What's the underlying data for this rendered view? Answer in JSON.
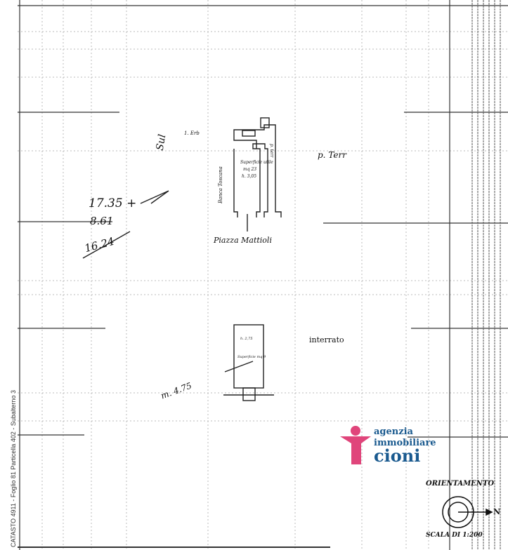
{
  "labels": {
    "street": "p. Terr",
    "square": "Piazza Mattioli",
    "neighbor": "Banca Toscana",
    "ground_area_label": "Superficie utile",
    "ground_area_value": "mq 23",
    "ground_height": "h. 3,05",
    "basement": "interrato",
    "basement_height": "h. 2,75",
    "basement_area": "Superficie mq 9",
    "side_label": "p. terr",
    "top_note": "1. Erb"
  },
  "handwritten": {
    "sum_line1": "17.35 +",
    "sum_line2": "8.61",
    "sum_line3": "16.24",
    "sum_top": "Sul",
    "basement_note": "m. 4.75"
  },
  "legend": {
    "orientation": "ORIENTAMENTO",
    "north": "N",
    "scale": "SCALA DI 1:200"
  },
  "margin_text": "CATASTO 4911 - Foglio 81 Particella 402 - Subalterno 3",
  "logo": {
    "line1": "agenzia",
    "line2": "immobiliare",
    "line3": "cioni",
    "pink": "#e0457b",
    "blue": "#1a5a8f"
  }
}
